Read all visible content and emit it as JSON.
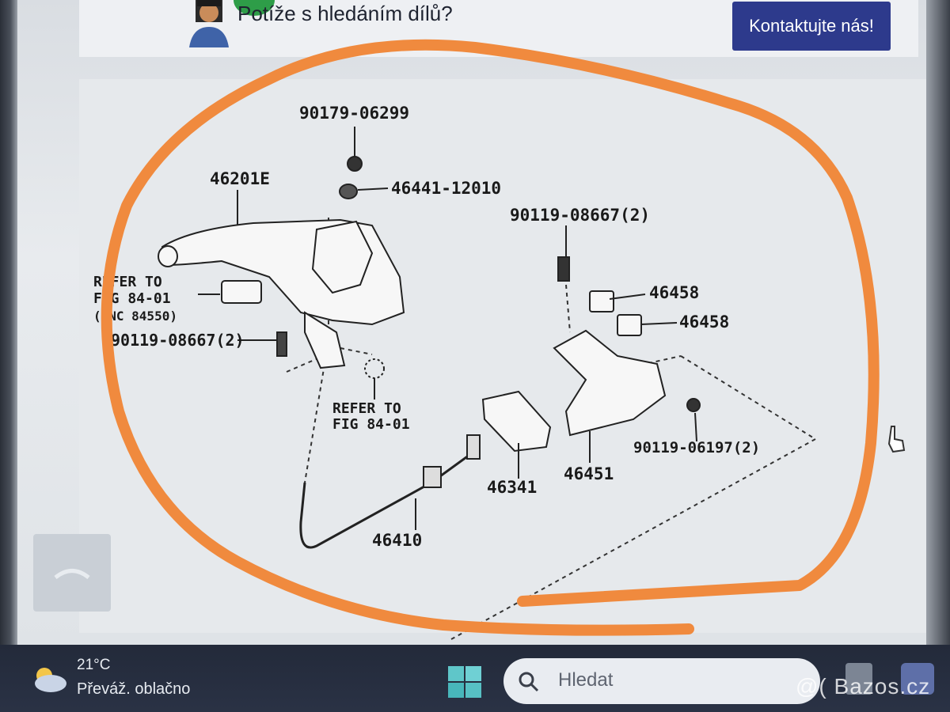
{
  "header": {
    "help_text": "Potíže s hledáním dílů?",
    "contact_button": "Kontaktujte nás!"
  },
  "diagram": {
    "part_labels": [
      "90179-06299",
      "46201E",
      "46441-12010",
      "90119-08667(2)",
      "46458",
      "46458",
      "REFER TO",
      "FIG 84-01",
      "(PNC 84550)",
      "90119-08667(2)",
      "REFER TO",
      "FIG 84-01",
      "90119-06197(2)",
      "46451",
      "46341",
      "46410"
    ],
    "highlight_color": "#f08a3e"
  },
  "taskbar": {
    "weather_temp": "21°C",
    "weather_cond": "Převáž. oblačno",
    "search_placeholder": "Hledat"
  },
  "watermark": "@( Bazos.cz"
}
